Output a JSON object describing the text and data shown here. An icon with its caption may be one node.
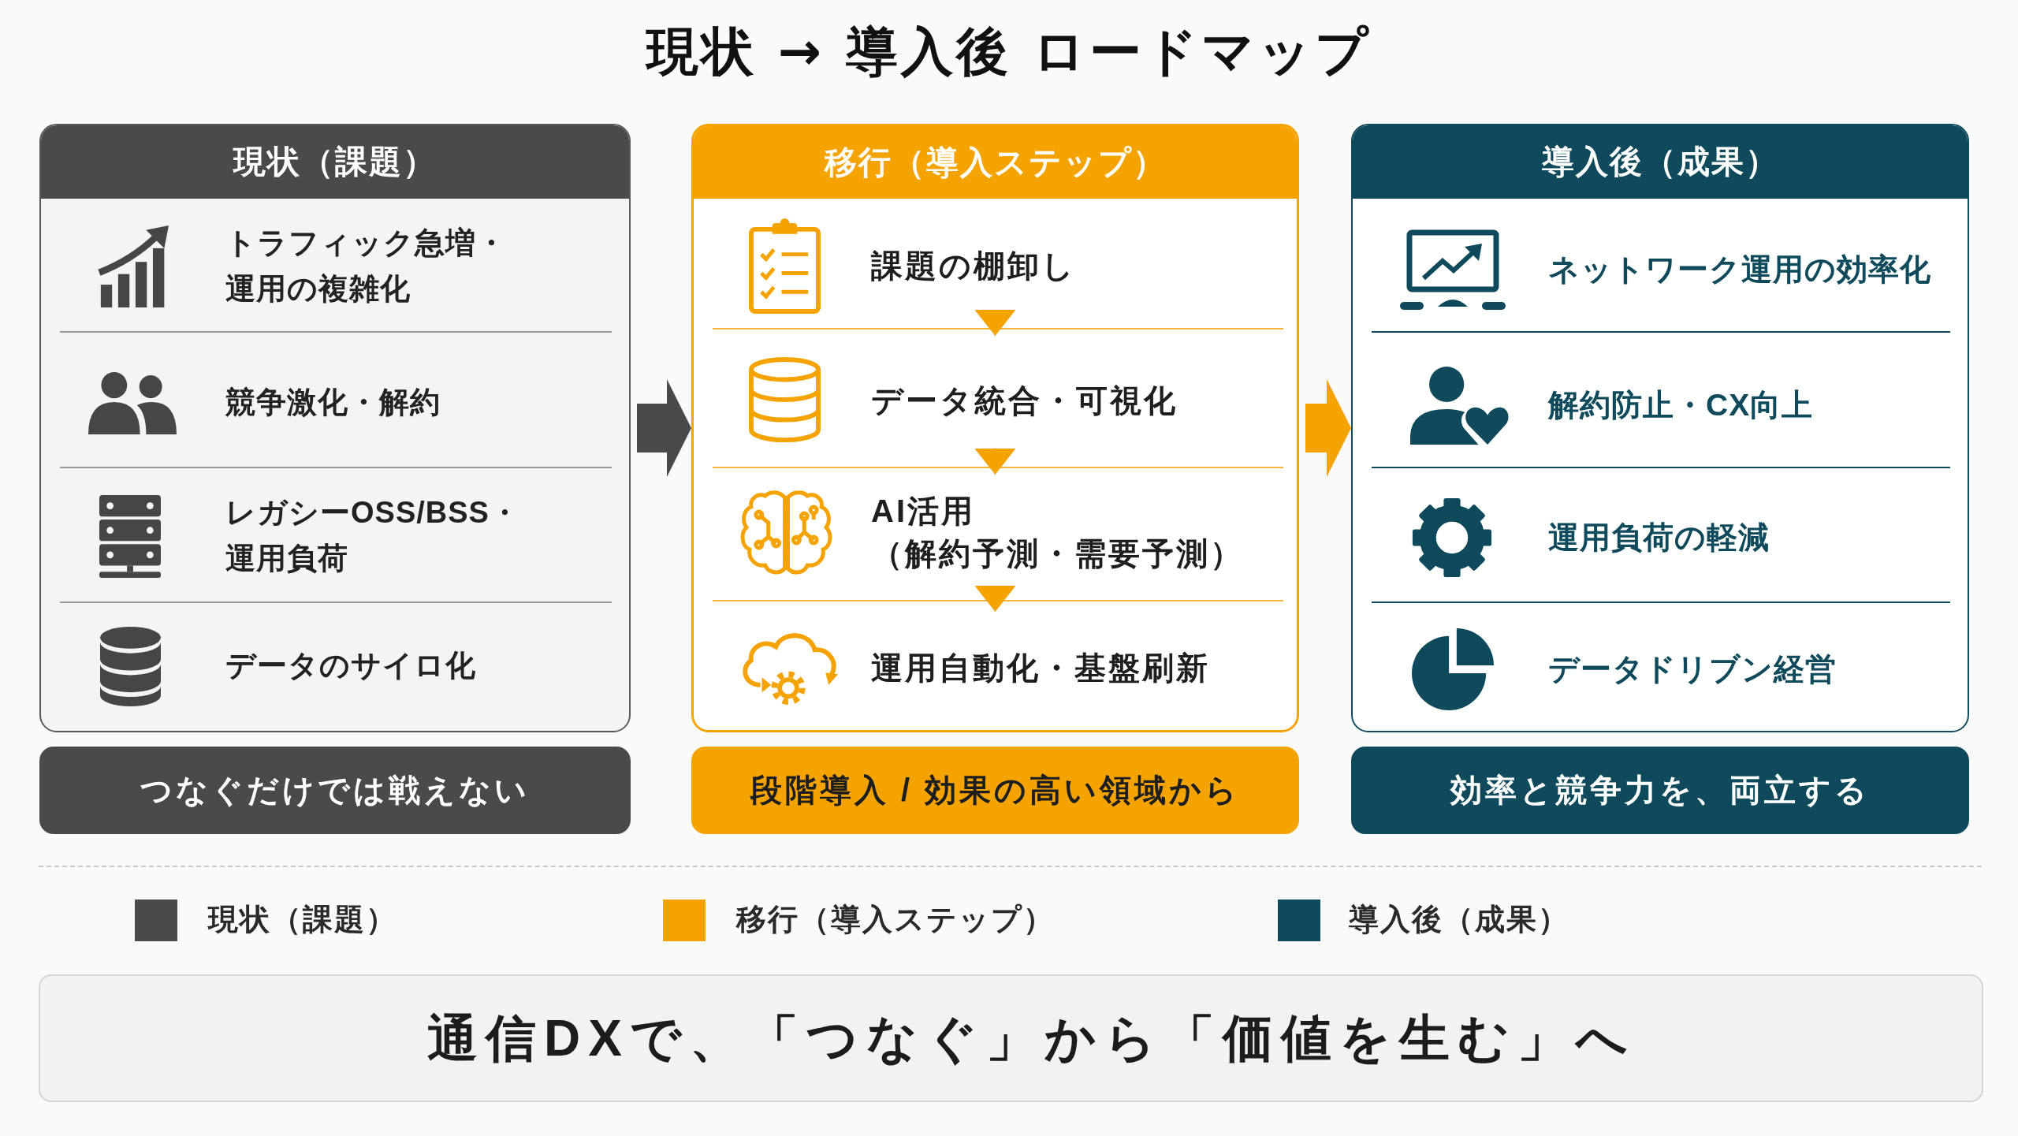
{
  "diagram": {
    "title": "現状 → 導入後 ロードマップ",
    "nodes": [
      {
        "text": [
          "現状（課題）"
        ]
      },
      {
        "text": [
          "トラフィック急増・運用の複雑化"
        ],
        "in": 0
      },
      {
        "text": [
          "競争激化・解約"
        ],
        "in": 0
      },
      {
        "text": [
          "レガシーOSS/BSS・運用負荷"
        ],
        "in": 0
      },
      {
        "text": [
          "データのサイロ化"
        ],
        "in": 0
      },
      {
        "text": [
          "移行（導入ステップ）"
        ]
      },
      {
        "text": [
          "課題の棚卸し"
        ],
        "in": 5
      },
      {
        "text": [
          "データ統合・可視化"
        ],
        "in": 5
      },
      {
        "text": [
          "AI活用",
          "（解約予測・需要予測）"
        ],
        "in": 5
      },
      {
        "text": [
          "運用自動化・基盤刷新"
        ],
        "in": 5
      },
      {
        "text": [
          "導入後（成果）"
        ]
      },
      {
        "text": [
          "ネットワーク運用の効率化"
        ],
        "in": 10
      },
      {
        "text": [
          "解約防止・CX向上"
        ],
        "in": 10
      },
      {
        "text": [
          "運用負荷の軽減"
        ],
        "in": 10
      },
      {
        "text": [
          "データドリブン経営"
        ],
        "in": 10
      },
      {
        "text": [
          "つなぐだけでは戦えない"
        ]
      },
      {
        "text": [
          "段階導入 / 効果の高い領域から"
        ]
      },
      {
        "text": [
          "効率と競争力を、両立する"
        ]
      },
      {
        "text": [
          "通信DXで、「つなぐ」から「価値を生む」へ"
        ]
      }
    ],
    "edges": [
      {
        "from": 0,
        "to": 5,
        "arrow": "to",
        "style": "thick",
        "color": "#4a4a4a"
      },
      {
        "from": 6,
        "to": 7,
        "arrow": "to"
      },
      {
        "from": 7,
        "to": 8,
        "arrow": "to"
      },
      {
        "from": 8,
        "to": 9,
        "arrow": "to"
      },
      {
        "from": 5,
        "to": 10,
        "arrow": "to",
        "style": "thick"
      }
    ],
    "legend": [
      {
        "text": "現状（課題）",
        "color": "#4a4a4a"
      },
      {
        "text": "移行（導入ステップ）",
        "color": "#f5a300"
      },
      {
        "text": "導入後（成果）",
        "color": "#0e4a5c"
      }
    ]
  }
}
